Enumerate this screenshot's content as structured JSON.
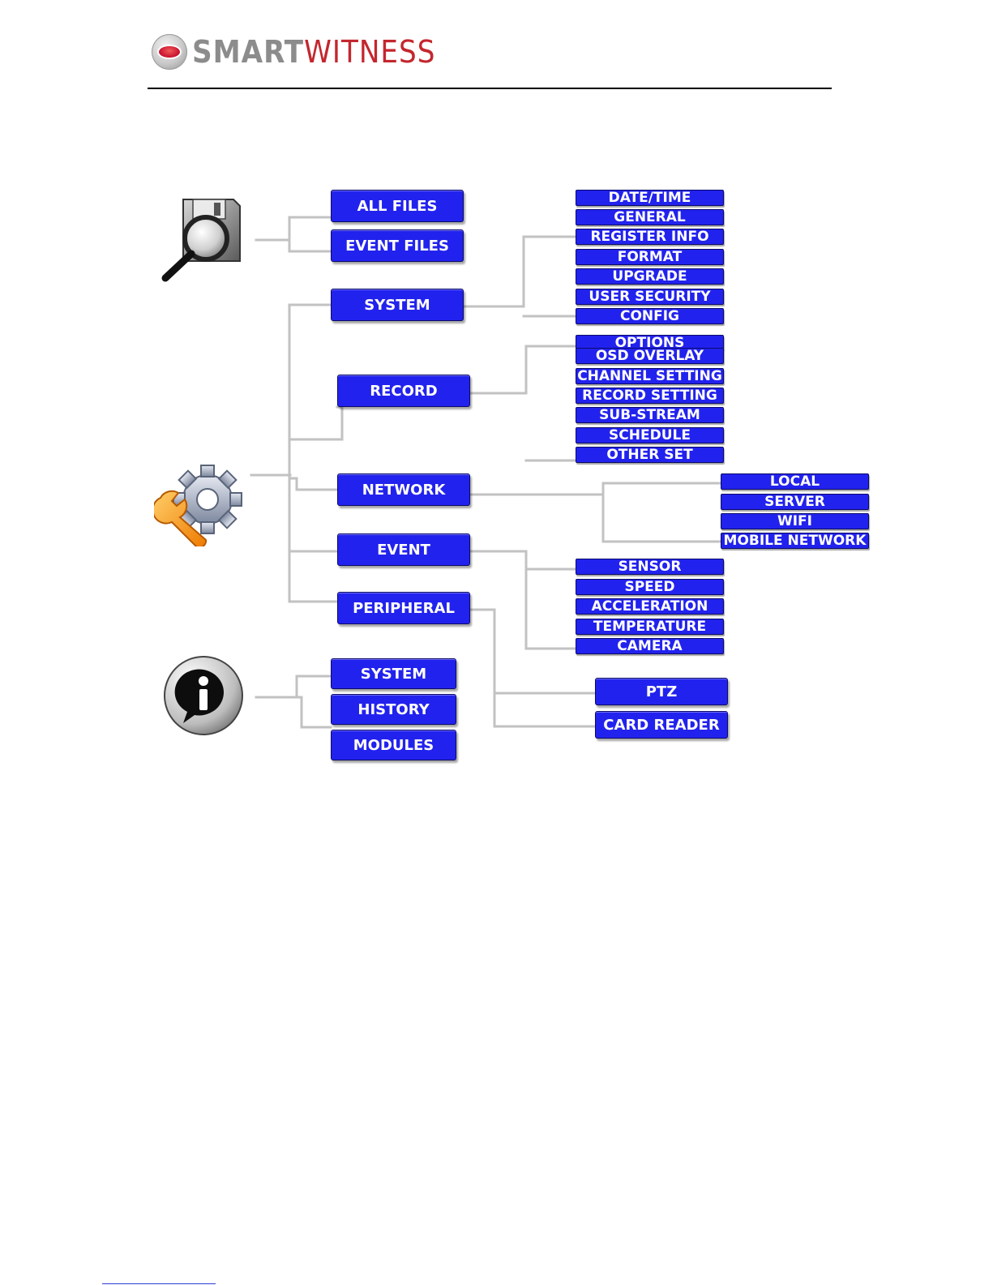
{
  "header": {
    "logo_smart": "SMART",
    "logo_witness": "WITNESS"
  },
  "colors": {
    "button_fill": "#2222ee",
    "button_text": "#ffffff",
    "connector": "#c0c0c0",
    "logo_grey": "#8c8c8c",
    "logo_red": "#c4262e"
  },
  "icons": {
    "search": "magnifier-icon",
    "setup": "wrench-gear-icon",
    "info": "info-icon"
  },
  "search_menu": {
    "all_files": "ALL FILES",
    "event_files": "EVENT FILES"
  },
  "setup_menu": {
    "system": "SYSTEM",
    "record": "RECORD",
    "network": "NETWORK",
    "event": "EVENT",
    "peripheral": "PERIPHERAL"
  },
  "system_items": [
    "DATE/TIME",
    "GENERAL",
    "REGISTER INFO",
    "FORMAT",
    "UPGRADE",
    "USER SECURITY",
    "CONFIG"
  ],
  "record_items": [
    "OPTIONS",
    "OSD OVERLAY",
    "CHANNEL SETTING",
    "RECORD SETTING",
    "SUB-STREAM",
    "SCHEDULE",
    "OTHER SET"
  ],
  "network_items": [
    "LOCAL",
    "SERVER",
    "WIFI",
    "MOBILE NETWORK"
  ],
  "event_items": [
    "SENSOR",
    "SPEED",
    "ACCELERATION",
    "TEMPERATURE",
    "CAMERA"
  ],
  "peripheral_items": [
    "PTZ",
    "CARD READER"
  ],
  "info_menu": {
    "system": "SYSTEM",
    "history": "HISTORY",
    "modules": "MODULES"
  }
}
